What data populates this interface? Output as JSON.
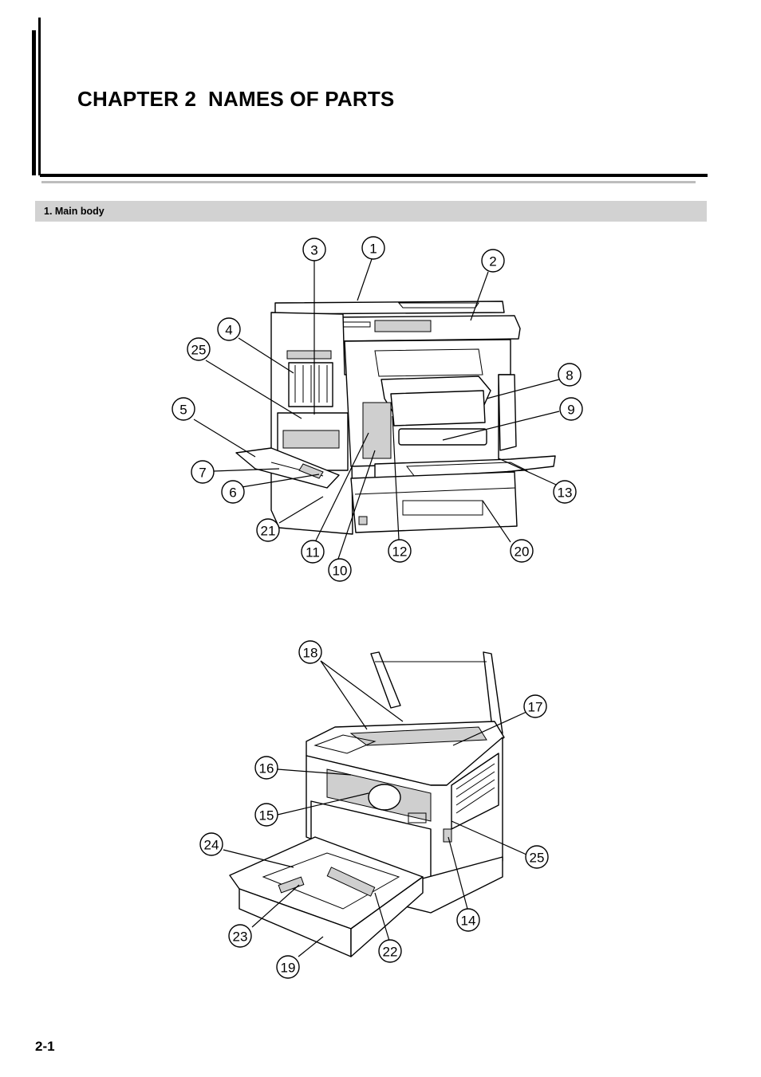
{
  "chapter": {
    "title": "CHAPTER 2  NAMES OF PARTS"
  },
  "section": {
    "title": "1. Main body"
  },
  "figure_top": {
    "callouts": [
      "1",
      "2",
      "3",
      "4",
      "25",
      "5",
      "7",
      "6",
      "8",
      "9",
      "13",
      "21",
      "11",
      "10",
      "12",
      "20"
    ]
  },
  "figure_bottom": {
    "callouts": [
      "18",
      "17",
      "16",
      "15",
      "24",
      "25",
      "14",
      "23",
      "22",
      "19"
    ]
  },
  "footer": {
    "page_number": "2-1"
  }
}
